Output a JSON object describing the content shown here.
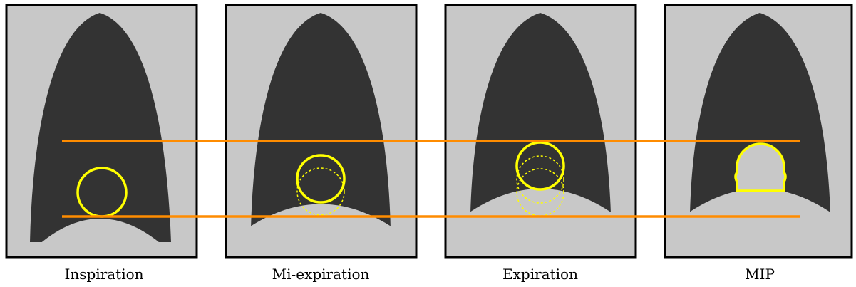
{
  "colors": {
    "panel_bg": "#c8c8c8",
    "lung": "#333333",
    "panel_border": "#000000",
    "tumor_outline": "#ffff00",
    "reference_line": "#ff8c00"
  },
  "panels": [
    {
      "label": "Inspiration"
    },
    {
      "label": "Mi-expiration"
    },
    {
      "label": "Expiration"
    },
    {
      "label": "MIP"
    }
  ]
}
